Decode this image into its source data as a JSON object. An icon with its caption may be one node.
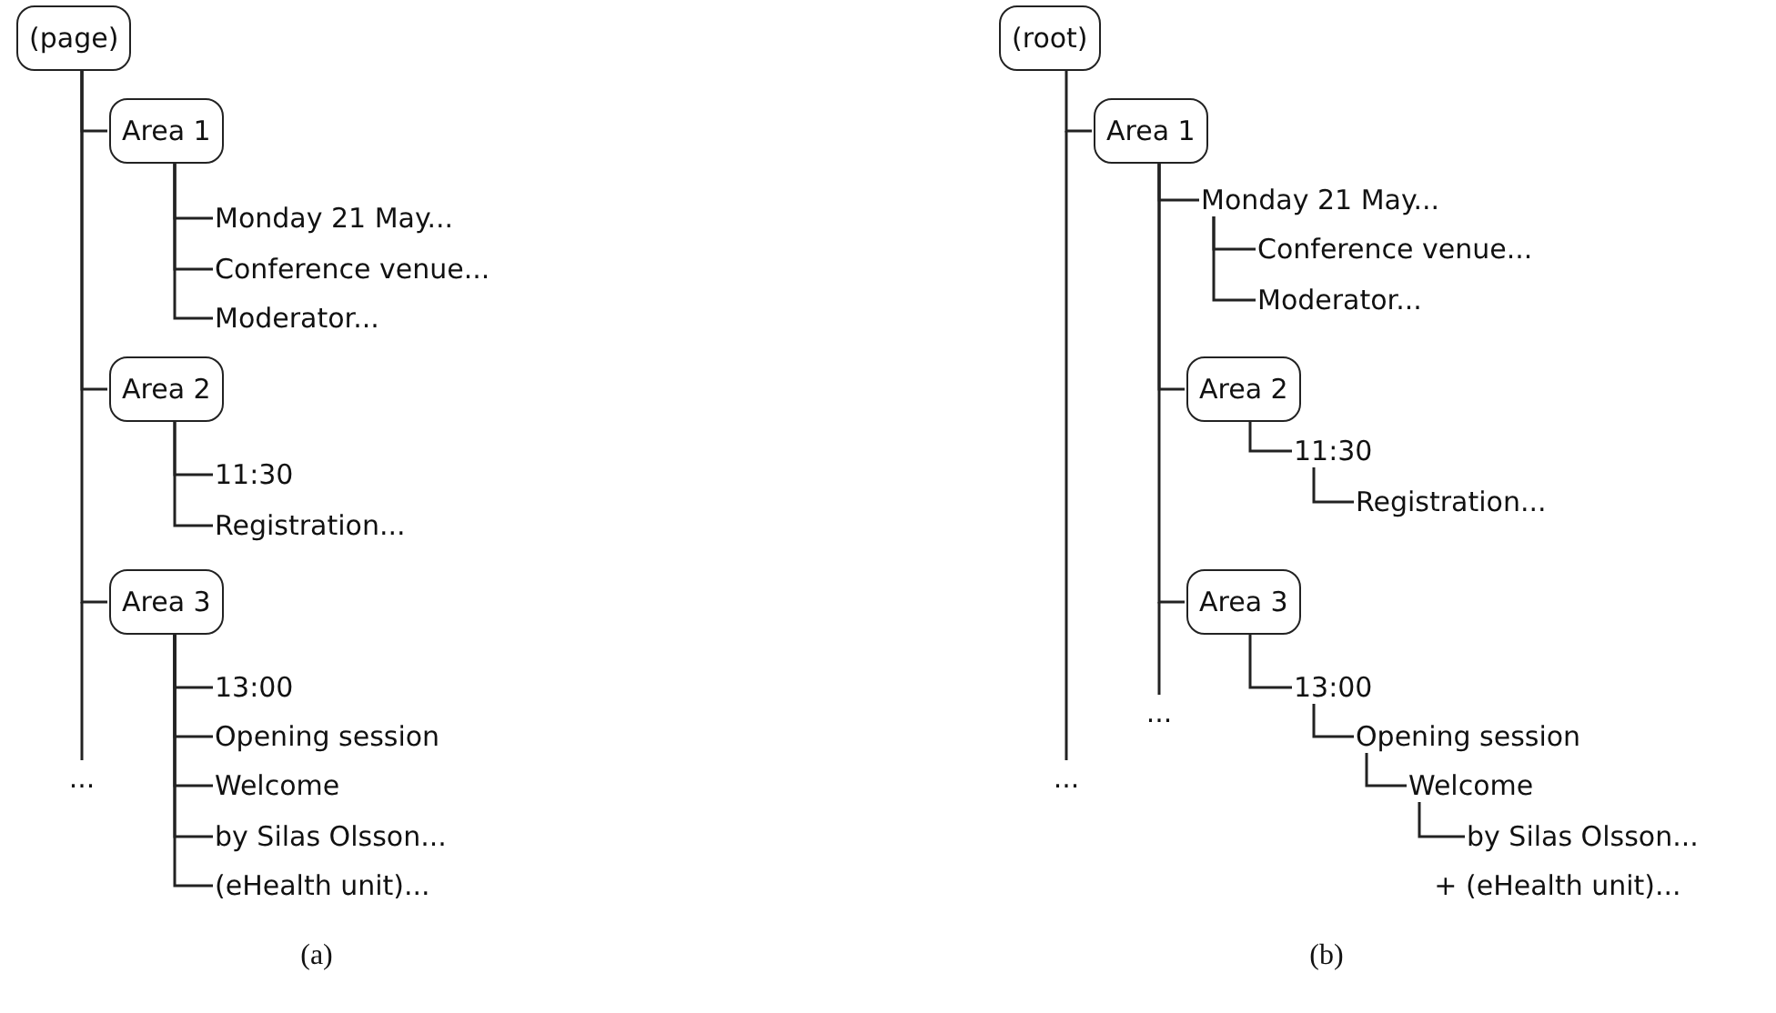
{
  "diagram": {
    "nodes": [
      {
        "text": [
          "(page)"
        ]
      },
      {
        "text": [
          "Area 1"
        ]
      },
      {
        "text": [
          "Monday 21 May..."
        ]
      },
      {
        "text": [
          "Conference venue..."
        ]
      },
      {
        "text": [
          "Moderator..."
        ]
      },
      {
        "text": [
          "Area 2"
        ]
      },
      {
        "text": [
          "11:30"
        ]
      },
      {
        "text": [
          "Registration..."
        ]
      },
      {
        "text": [
          "Area 3"
        ]
      },
      {
        "text": [
          "13:00"
        ]
      },
      {
        "text": [
          "Opening session"
        ]
      },
      {
        "text": [
          "Welcome"
        ]
      },
      {
        "text": [
          "by Silas Olsson..."
        ]
      },
      {
        "text": [
          "(eHealth unit)..."
        ]
      },
      {
        "text": [
          "(root)"
        ]
      },
      {
        "text": [
          "Area 1"
        ]
      },
      {
        "text": [
          "Monday 21 May..."
        ]
      },
      {
        "text": [
          "Conference venue..."
        ]
      },
      {
        "text": [
          "Moderator..."
        ]
      },
      {
        "text": [
          "Area 2"
        ]
      },
      {
        "text": [
          "11:30"
        ]
      },
      {
        "text": [
          "Registration..."
        ]
      },
      {
        "text": [
          "Area 3"
        ]
      },
      {
        "text": [
          "13:00"
        ]
      },
      {
        "text": [
          "Opening session"
        ]
      },
      {
        "text": [
          "Welcome"
        ]
      },
      {
        "text": [
          "by Silas Olsson..."
        ]
      }
    ],
    "edges": [
      {
        "from": 0,
        "to": 1,
        "arrow": "none"
      },
      {
        "from": 0,
        "to": 5,
        "arrow": "none"
      },
      {
        "from": 0,
        "to": 8,
        "arrow": "none"
      },
      {
        "from": 1,
        "to": 2,
        "arrow": "none"
      },
      {
        "from": 1,
        "to": 3,
        "arrow": "none"
      },
      {
        "from": 1,
        "to": 4,
        "arrow": "none"
      },
      {
        "from": 5,
        "to": 6,
        "arrow": "none"
      },
      {
        "from": 5,
        "to": 7,
        "arrow": "none"
      },
      {
        "from": 8,
        "to": 9,
        "arrow": "none"
      },
      {
        "from": 8,
        "to": 10,
        "arrow": "none"
      },
      {
        "from": 8,
        "to": 11,
        "arrow": "none"
      },
      {
        "from": 8,
        "to": 12,
        "arrow": "none"
      },
      {
        "from": 8,
        "to": 13,
        "arrow": "none"
      },
      {
        "from": 14,
        "to": 15,
        "arrow": "none"
      },
      {
        "from": 15,
        "to": 16,
        "arrow": "none"
      },
      {
        "from": 15,
        "to": 19,
        "arrow": "none"
      },
      {
        "from": 15,
        "to": 22,
        "arrow": "none"
      },
      {
        "from": 16,
        "to": 17,
        "arrow": "none"
      },
      {
        "from": 16,
        "to": 18,
        "arrow": "none"
      },
      {
        "from": 19,
        "to": 20,
        "arrow": "none"
      },
      {
        "from": 20,
        "to": 21,
        "arrow": "none"
      },
      {
        "from": 22,
        "to": 23,
        "arrow": "none"
      },
      {
        "from": 23,
        "to": 24,
        "arrow": "none"
      },
      {
        "from": 24,
        "to": 25,
        "arrow": "none"
      },
      {
        "from": 25,
        "to": 26,
        "arrow": "none"
      }
    ],
    "labels": [
      "...",
      "...",
      "...",
      "+ (eHealth unit)...",
      "(a)",
      "(b)"
    ]
  }
}
